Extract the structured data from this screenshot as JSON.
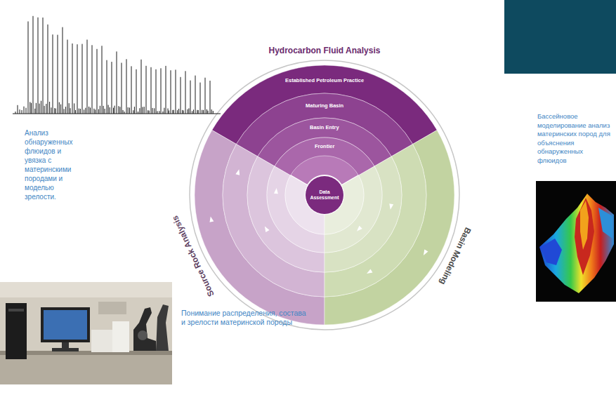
{
  "diagram": {
    "nodes": [
      {
        "text": [
          "Hydrocarbon Fluid Analysis"
        ]
      },
      {
        "text": [
          "Established Petroleum Practice"
        ],
        "in": 0
      },
      {
        "text": [
          "Maturing Basin"
        ],
        "in": 0
      },
      {
        "text": [
          "Basin Entry"
        ],
        "in": 0
      },
      {
        "text": [
          "Frontier"
        ],
        "in": 0
      },
      {
        "text": [
          "Data Assessment"
        ]
      },
      {
        "text": [
          "Source Rock Analysis"
        ]
      },
      {
        "text": [
          "Basin Modeling"
        ]
      }
    ],
    "labels": [
      "Анализ обнаруженных флюидов и увязка с материнскими породами и моделью зрелости.",
      "Бассейновое моделирование анализ материнских пород для объяснения обнаруженных флюидов",
      "Понимание распределения, состава и зрелости материнской породы"
    ]
  }
}
